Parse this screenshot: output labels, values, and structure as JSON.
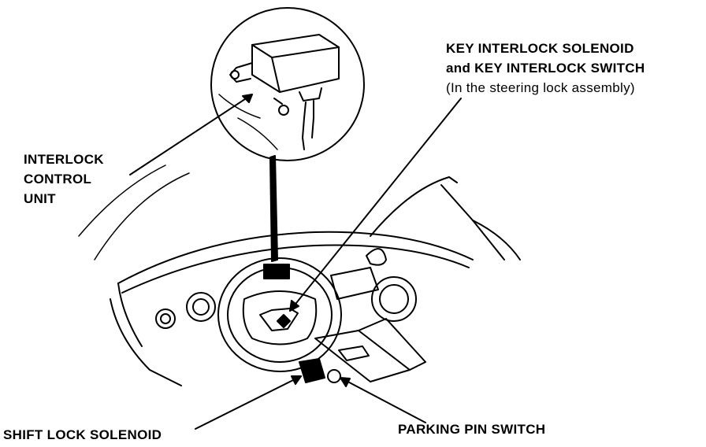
{
  "labels": {
    "key_interlock_line1": "KEY INTERLOCK SOLENOID",
    "key_interlock_line2": "and KEY INTERLOCK SWITCH",
    "key_interlock_line3": "(In the steering lock assembly)",
    "interlock_line1": "INTERLOCK",
    "interlock_line2": "CONTROL",
    "interlock_line3": "UNIT",
    "shift_lock": "SHIFT LOCK SOLENOID",
    "parking_pin": "PARKING PIN SWITCH"
  },
  "colors": {
    "ink": "#000000",
    "paper": "#ffffff"
  }
}
